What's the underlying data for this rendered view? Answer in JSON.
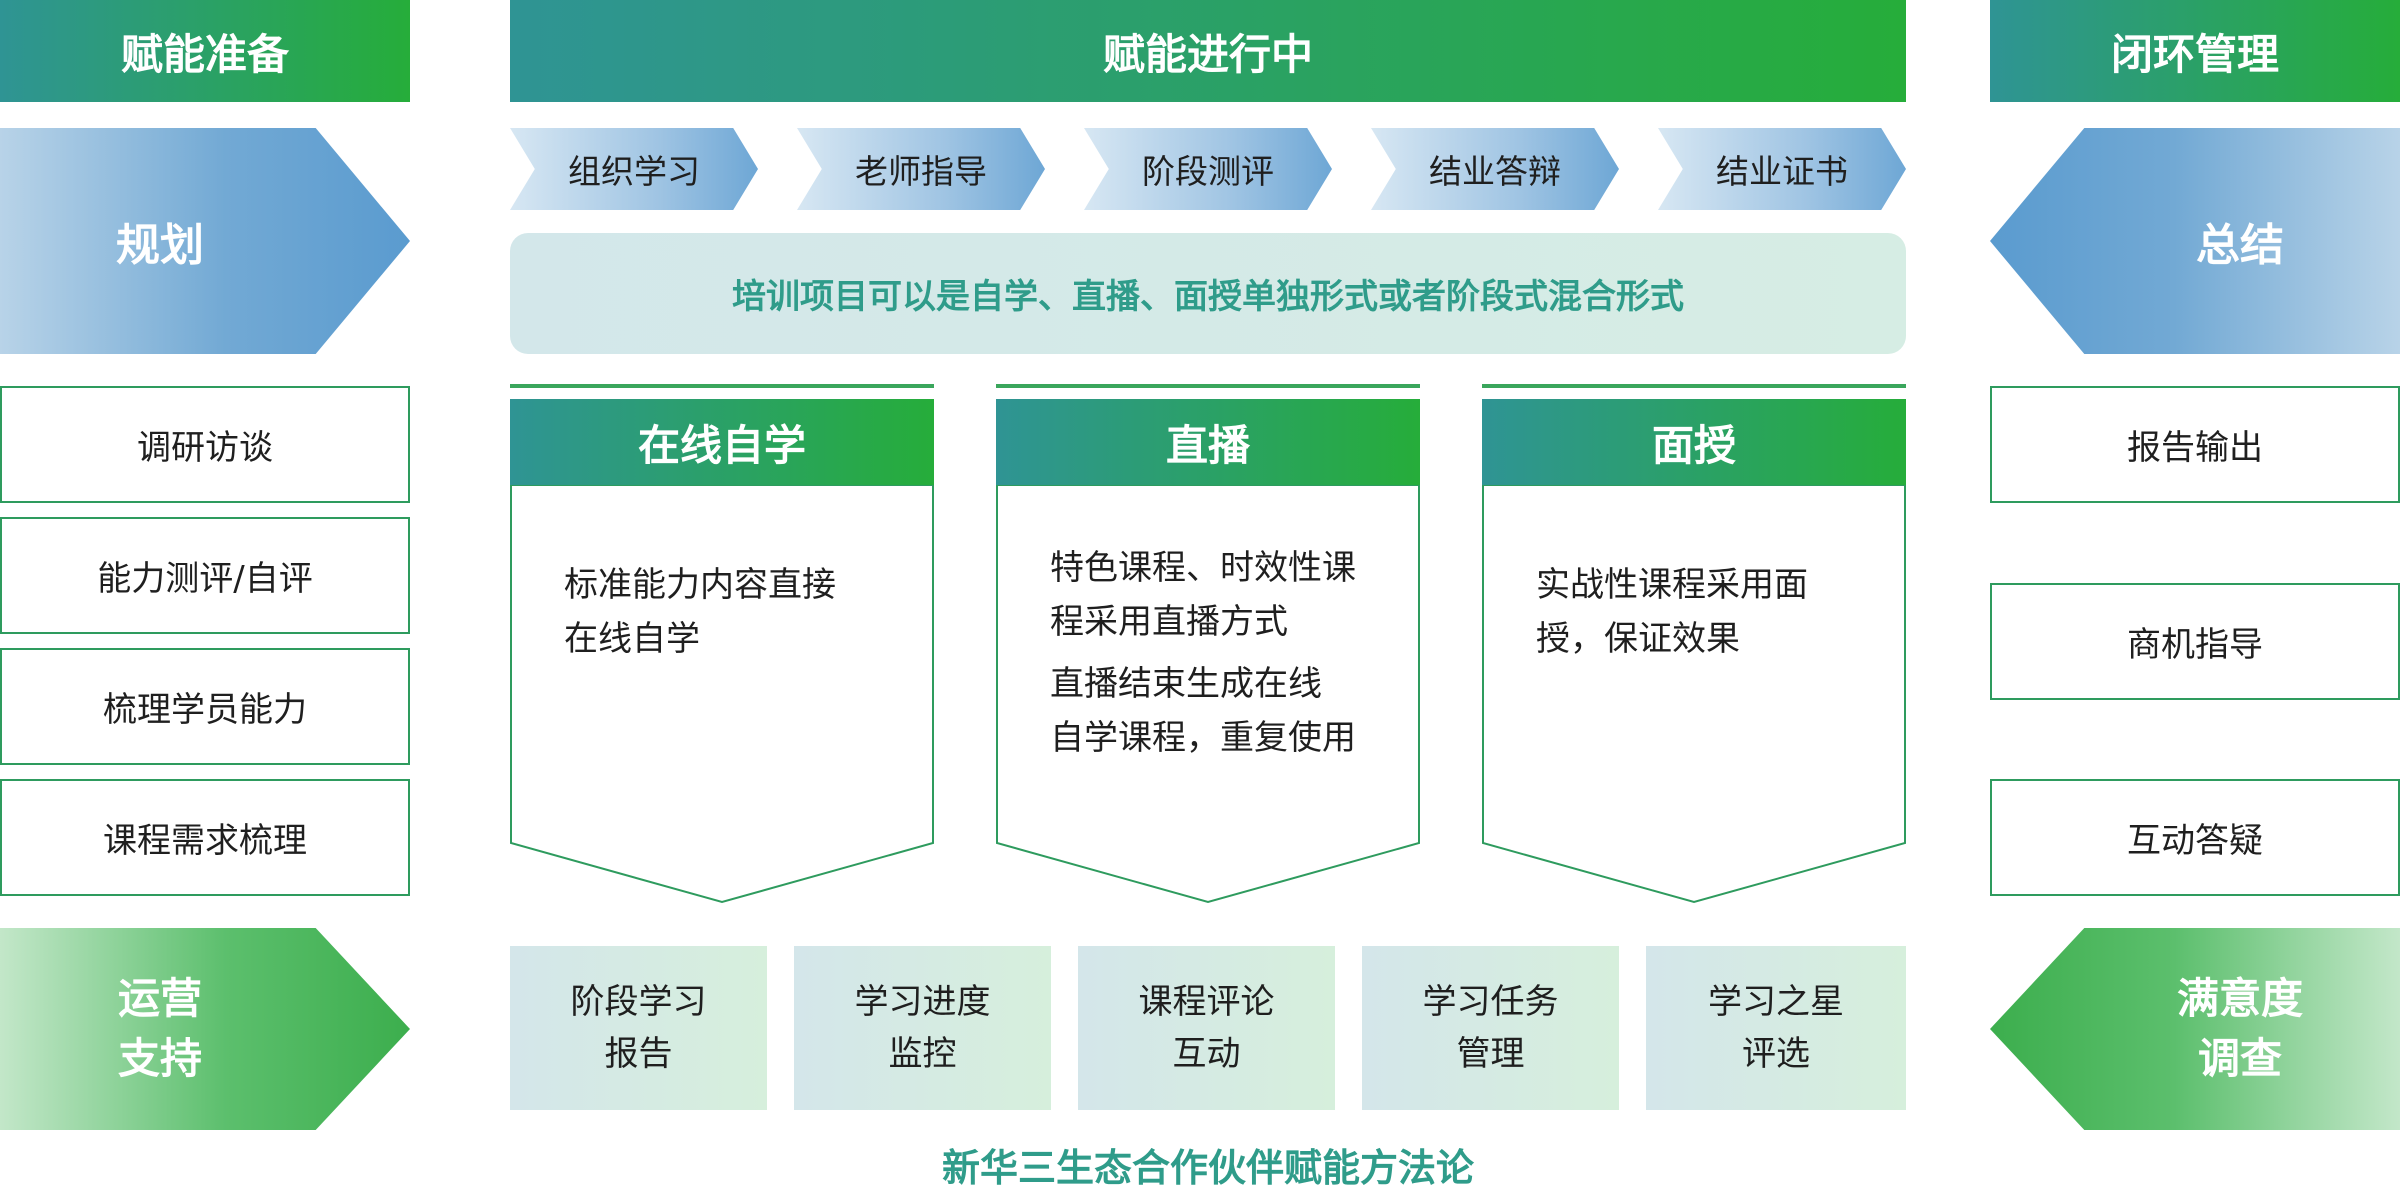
{
  "headers": {
    "prepare": "赋能准备",
    "in_progress": "赋能进行中",
    "closed_loop": "闭环管理"
  },
  "left": {
    "plan_chevron": "规划",
    "items": [
      "调研访谈",
      "能力测评/自评",
      "梳理学员能力",
      "课程需求梳理"
    ],
    "ops_chevron_line1": "运营",
    "ops_chevron_line2": "支持"
  },
  "right": {
    "summary_chevron": "总结",
    "items": [
      "报告输出",
      "商机指导",
      "互动答疑"
    ],
    "survey_chevron_line1": "满意度",
    "survey_chevron_line2": "调查"
  },
  "steps": [
    "组织学习",
    "老师指导",
    "阶段测评",
    "结业答辩",
    "结业证书"
  ],
  "banner": "培训项目可以是自学、直播、面授单独形式或者阶段式混合形式",
  "modes": [
    {
      "title": "在线自学",
      "paragraphs": [
        [
          "标准能力内容直接",
          "在线自学"
        ]
      ]
    },
    {
      "title": "直播",
      "paragraphs": [
        [
          "特色课程、时效性课",
          "程采用直播方式"
        ],
        [
          "直播结束生成在线",
          "自学课程，重复使用"
        ]
      ]
    },
    {
      "title": "面授",
      "paragraphs": [
        [
          "实战性课程采用面",
          "授，保证效果"
        ]
      ]
    }
  ],
  "tiles": [
    [
      "阶段学习",
      "报告"
    ],
    [
      "学习进度",
      "监控"
    ],
    [
      "课程评论",
      "互动"
    ],
    [
      "学习任务",
      "管理"
    ],
    [
      "学习之星",
      "评选"
    ]
  ],
  "footer": "新华三生态合作伙伴赋能方法论"
}
